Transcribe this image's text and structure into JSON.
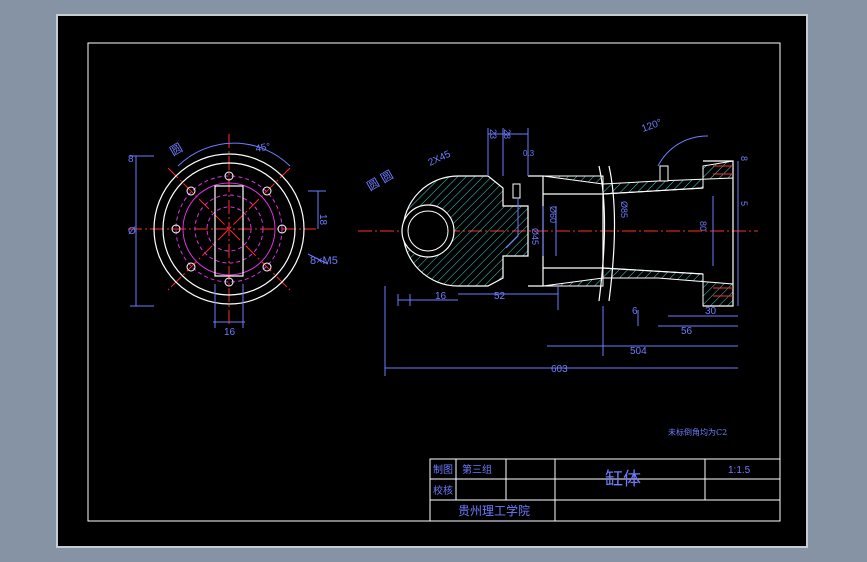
{
  "colors": {
    "background": "#8593a4",
    "sheet": "#000000",
    "frame": "#ffffff",
    "centerline": "#ff2b2b",
    "dimension": "#6e7cff",
    "hatch": "#3fd7d0",
    "hidden_circle": "#e030e0",
    "contour": "#ffffff"
  },
  "side_view": {
    "angle_dim": "45°",
    "left_dim": "8",
    "left_dim_2": "Ø",
    "right_dim": "18",
    "holes_note": "8×M5",
    "bottom_dim": "16",
    "label_top": "圆"
  },
  "main_view": {
    "chamfer": "2X45",
    "top_dims": [
      "23",
      "28"
    ],
    "top_small": "0.3",
    "angle": "120°",
    "bore_dims": [
      "Ø45",
      "Ø60"
    ],
    "neck_dim": "Ø85",
    "dim_16": "16",
    "dim_52": "52",
    "dim_6": "6",
    "dim_30": "30",
    "dim_56": "56",
    "dim_504": "504",
    "dim_603": "603",
    "label_left": "圆 圆",
    "right_dims": [
      "8",
      "5"
    ],
    "dim_80": "80"
  },
  "note": "未标倒角均为C2",
  "title_block": {
    "drawn_label": "制图",
    "check_label": "校核",
    "group": "第三组",
    "part_name": "缸体",
    "scale": "1:1.5",
    "school": "贵州理工学院"
  }
}
